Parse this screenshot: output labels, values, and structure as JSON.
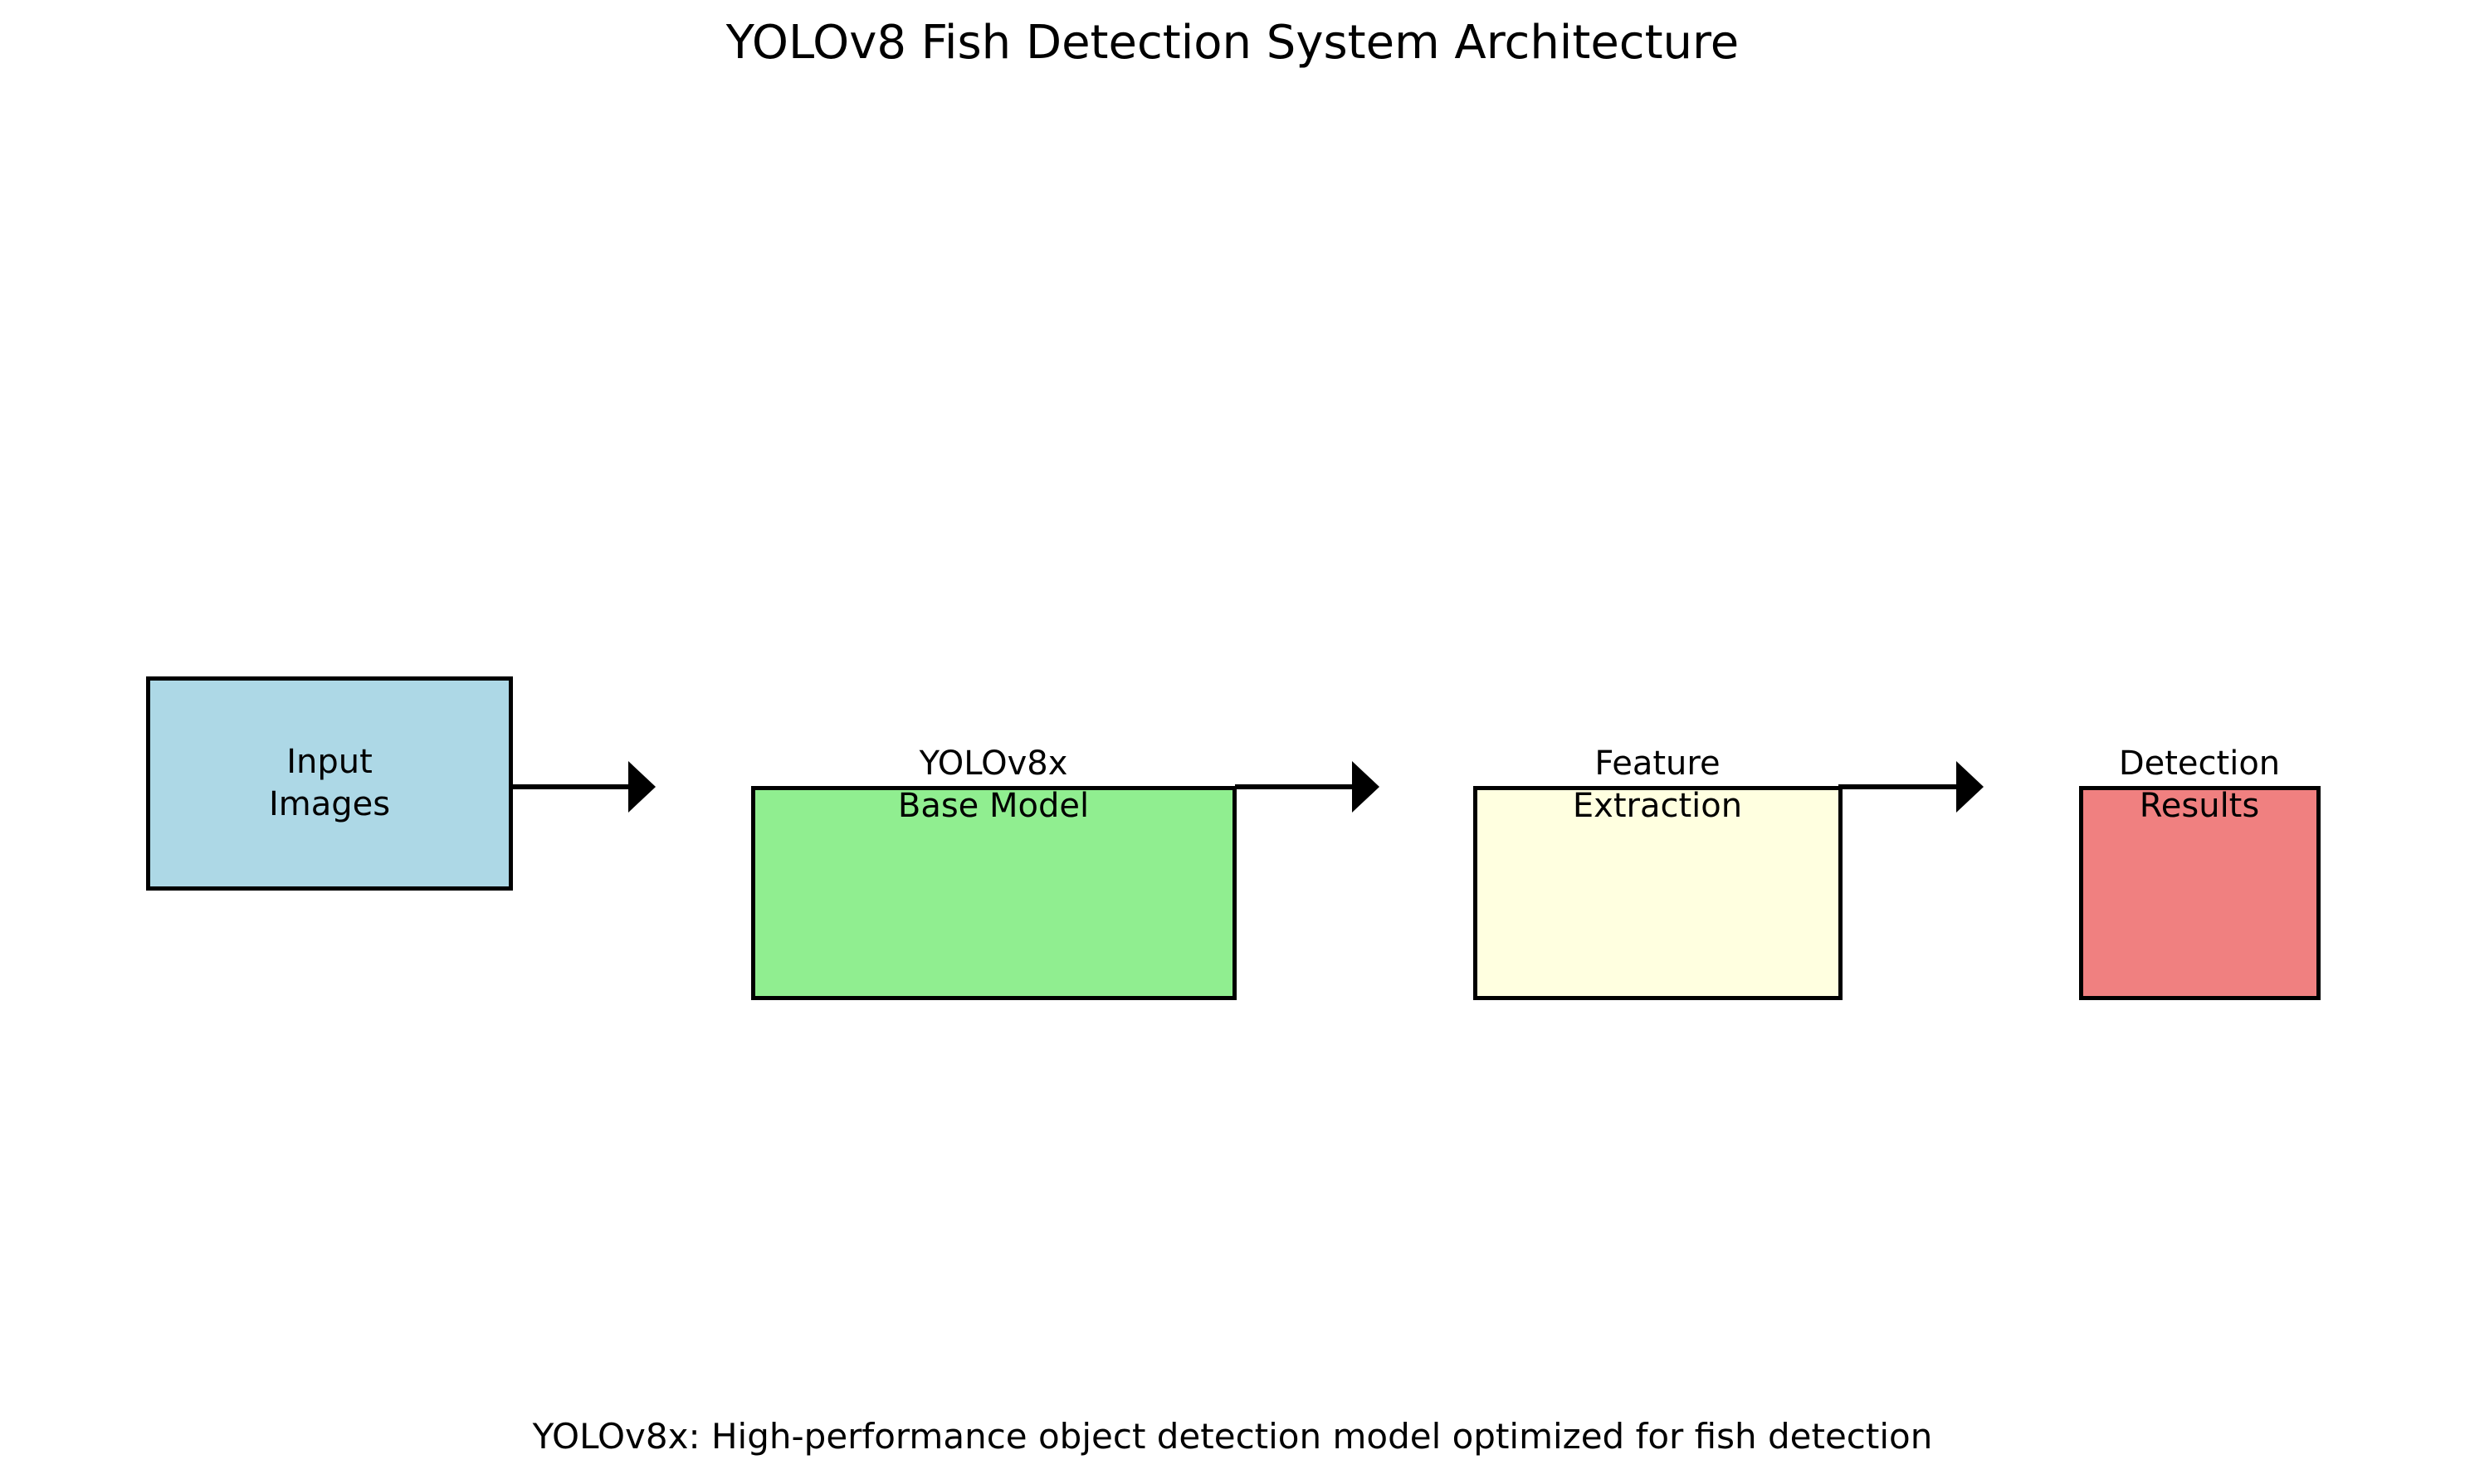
{
  "title": "YOLOv8 Fish Detection System Architecture",
  "caption": "YOLOv8x: High-performance object detection model optimized for fish detection",
  "colors": {
    "background": "#FFFFFF",
    "text": "#000000",
    "border": "#000000",
    "arrow": "#000000",
    "input_box_fill": "#ADD8E6",
    "model_box_fill": "#90EE90",
    "feature_box_fill": "#FFFFE0",
    "results_box_fill": "#F08080"
  },
  "boxes": [
    {
      "id": "input-images",
      "line1": "Input",
      "line2": "Images",
      "fill": "#ADD8E6"
    },
    {
      "id": "yolov8x-base-model",
      "line1": "YOLOv8x",
      "line2": "Base Model",
      "fill": "#90EE90"
    },
    {
      "id": "feature-extraction",
      "line1": "Feature",
      "line2": "Extraction",
      "fill": "#FFFFE0"
    },
    {
      "id": "detection-results",
      "line1": "Detection",
      "line2": "Results",
      "fill": "#F08080"
    }
  ],
  "arrows": [
    {
      "from": "input-images",
      "to": "yolov8x-base-model",
      "direction": "right"
    },
    {
      "from": "yolov8x-base-model",
      "to": "feature-extraction",
      "direction": "right"
    },
    {
      "from": "feature-extraction",
      "to": "detection-results",
      "direction": "right"
    }
  ]
}
